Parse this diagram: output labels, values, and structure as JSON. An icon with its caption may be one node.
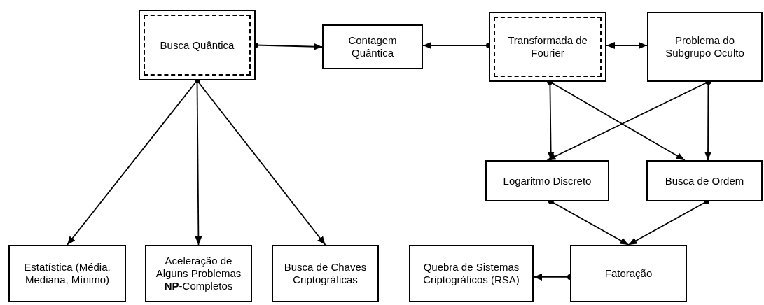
{
  "diagram": {
    "nodes": [
      {
        "text": [
          "Busca Quântica"
        ]
      },
      {
        "text": [
          "Contagem Quântica"
        ]
      },
      {
        "text": [
          "Transformada de Fourier"
        ]
      },
      {
        "text": [
          "Problema do Subgrupo Oculto"
        ]
      },
      {
        "text": [
          "Logaritmo Discreto"
        ]
      },
      {
        "text": [
          "Busca de Ordem"
        ]
      },
      {
        "text": [
          "Estatística (Média, Mediana, Mínimo)"
        ]
      },
      {
        "text": [
          "Aceleração de Alguns Problemas **NP**-Completos"
        ]
      },
      {
        "text": [
          "Busca de Chaves Criptográficas"
        ]
      },
      {
        "text": [
          "Quebra de Sistemas Criptográficos (RSA)"
        ]
      },
      {
        "text": [
          "Fatoração"
        ]
      }
    ],
    "edges": [
      {
        "from": 0,
        "to": 1,
        "arrow": "to"
      },
      {
        "from": 2,
        "to": 1,
        "arrow": "to"
      },
      {
        "from": 2,
        "to": 3,
        "arrow": "both"
      },
      {
        "from": 0,
        "to": 6,
        "arrow": "to"
      },
      {
        "from": 0,
        "to": 7,
        "arrow": "to"
      },
      {
        "from": 0,
        "to": 8,
        "arrow": "to"
      },
      {
        "from": 2,
        "to": 4,
        "arrow": "to"
      },
      {
        "from": 2,
        "to": 5,
        "arrow": "to"
      },
      {
        "from": 3,
        "to": 4,
        "arrow": "to"
      },
      {
        "from": 3,
        "to": 5,
        "arrow": "to"
      },
      {
        "from": 4,
        "to": 10,
        "arrow": "to"
      },
      {
        "from": 5,
        "to": 10,
        "arrow": "to"
      },
      {
        "from": 10,
        "to": 9,
        "arrow": "to"
      }
    ]
  }
}
